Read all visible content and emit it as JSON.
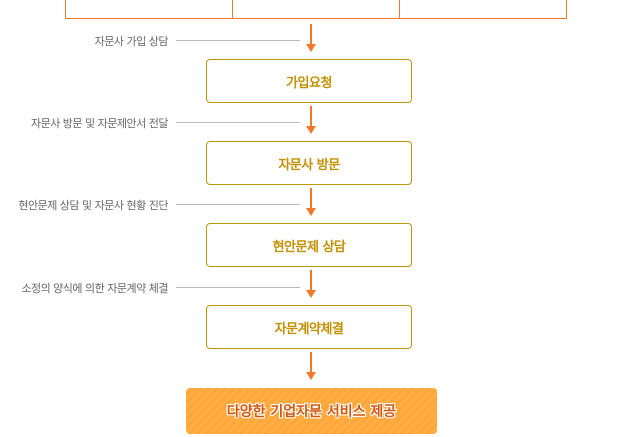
{
  "labels": [
    "자문사 가입 상담",
    "자문사 방문 및 자문제안서 전달",
    "현안문제 상담 및 자문사 현황 진단",
    "소정의 양식에 의한 자문계약 체결"
  ],
  "steps": [
    "가입요청",
    "자문사 방문",
    "현안문제 상담",
    "자문계약체결"
  ],
  "final": "다양한 기업자문 서비스 제공",
  "colors": {
    "arrow": "#f07a2c",
    "step_border": "#b8980c",
    "step_text": "#c29000",
    "final_bg": "#ffa638"
  }
}
